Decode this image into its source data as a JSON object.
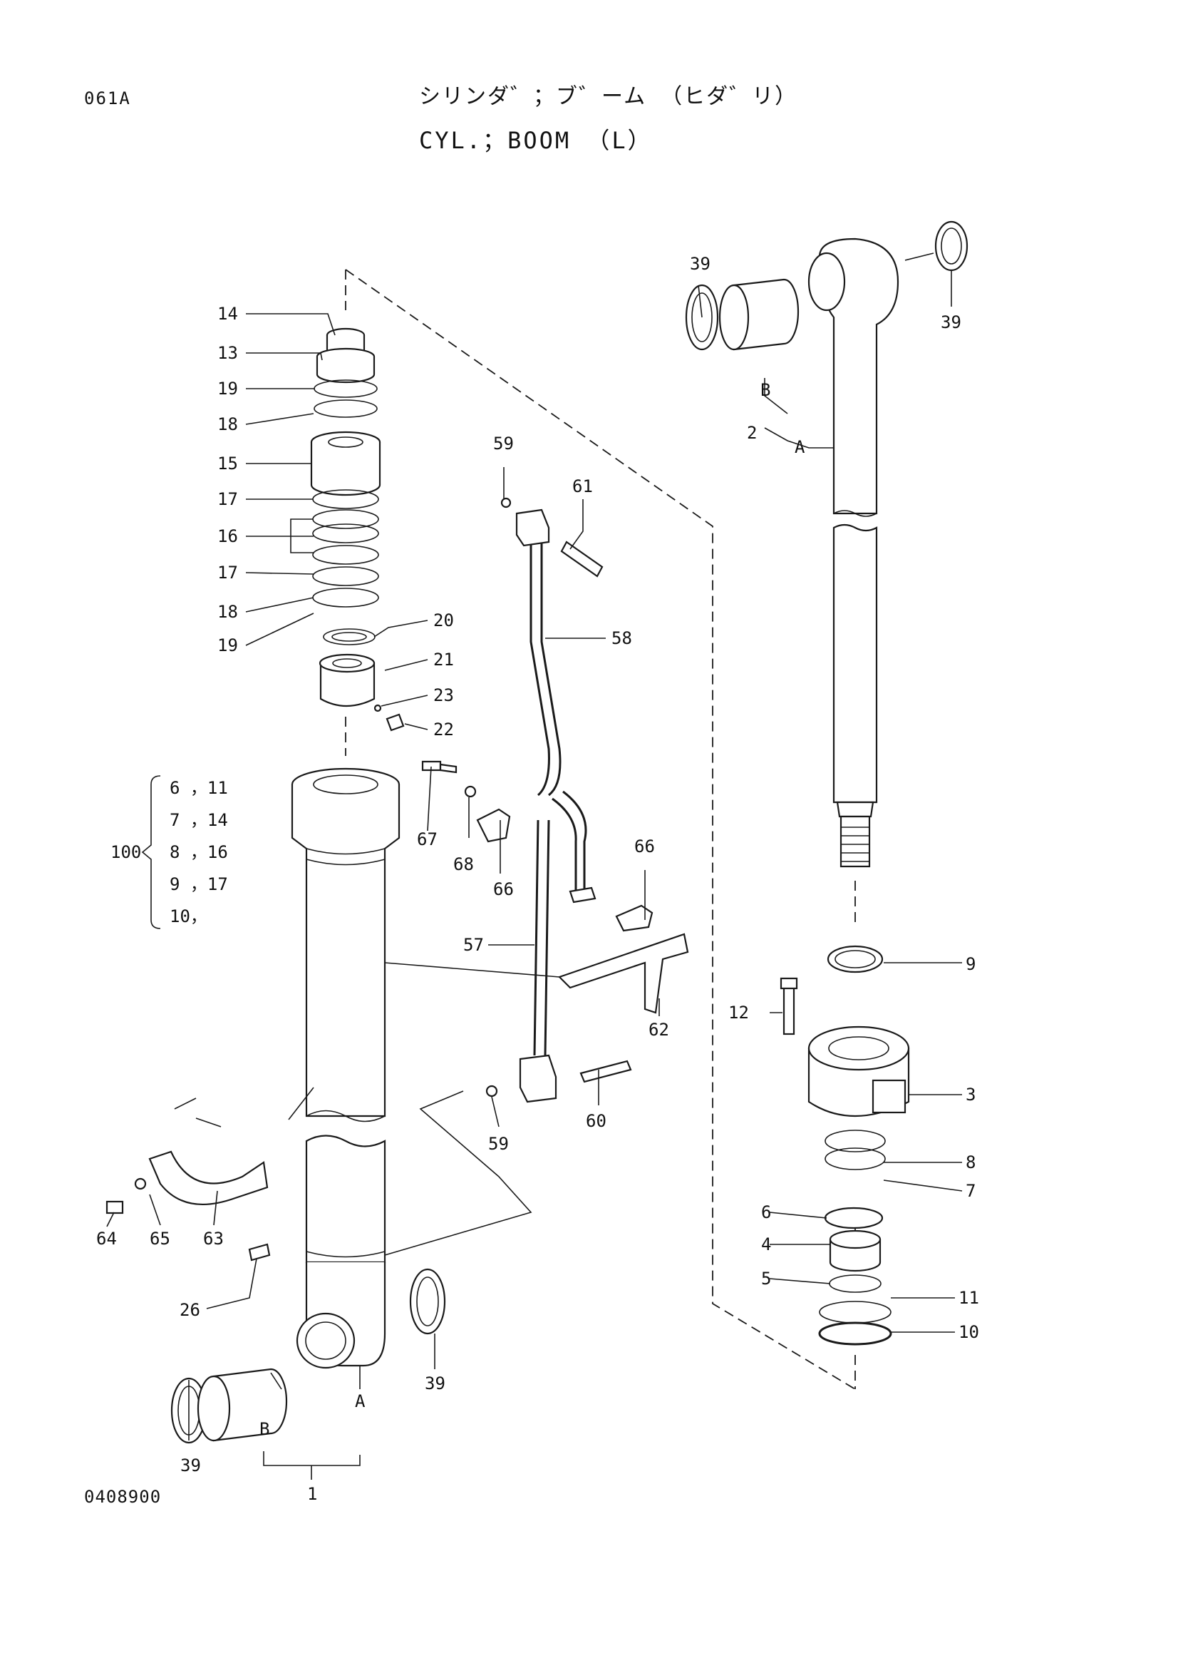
{
  "header": {
    "page_code": "061A",
    "title_jp": "シリンダ゛；ブ゛ーム （ヒダ゛リ）",
    "title_en": "CYL.；BOOM （L）"
  },
  "footer": {
    "drawing_number": "0408900"
  },
  "callouts": {
    "c1": "1",
    "c2": "2",
    "c3": "3",
    "c4": "4",
    "c5": "5",
    "c6": "6",
    "c7": "7",
    "c8": "8",
    "c9": "9",
    "c10": "10",
    "c11": "11",
    "c12": "12",
    "c13": "13",
    "c14": "14",
    "c15": "15",
    "c16": "16",
    "c17a": "17",
    "c17b": "17",
    "c18a": "18",
    "c18b": "18",
    "c19a": "19",
    "c19b": "19",
    "c20": "20",
    "c21": "21",
    "c22": "22",
    "c23": "23",
    "c26": "26",
    "c39a": "39",
    "c39b": "39",
    "c39c": "39",
    "c39d": "39",
    "c57": "57",
    "c58": "58",
    "c59a": "59",
    "c59b": "59",
    "c60": "60",
    "c61": "61",
    "c62": "62",
    "c63": "63",
    "c64": "64",
    "c65": "65",
    "c66a": "66",
    "c66b": "66",
    "c67": "67",
    "c68": "68",
    "letterA1": "A",
    "letterB1": "B",
    "letterA2": "A",
    "letterB2": "B"
  },
  "kit": {
    "number": "100",
    "rows": [
      "6 ，11",
      "7 ，14",
      "8 ，16",
      "9 ，17",
      "10，"
    ]
  }
}
